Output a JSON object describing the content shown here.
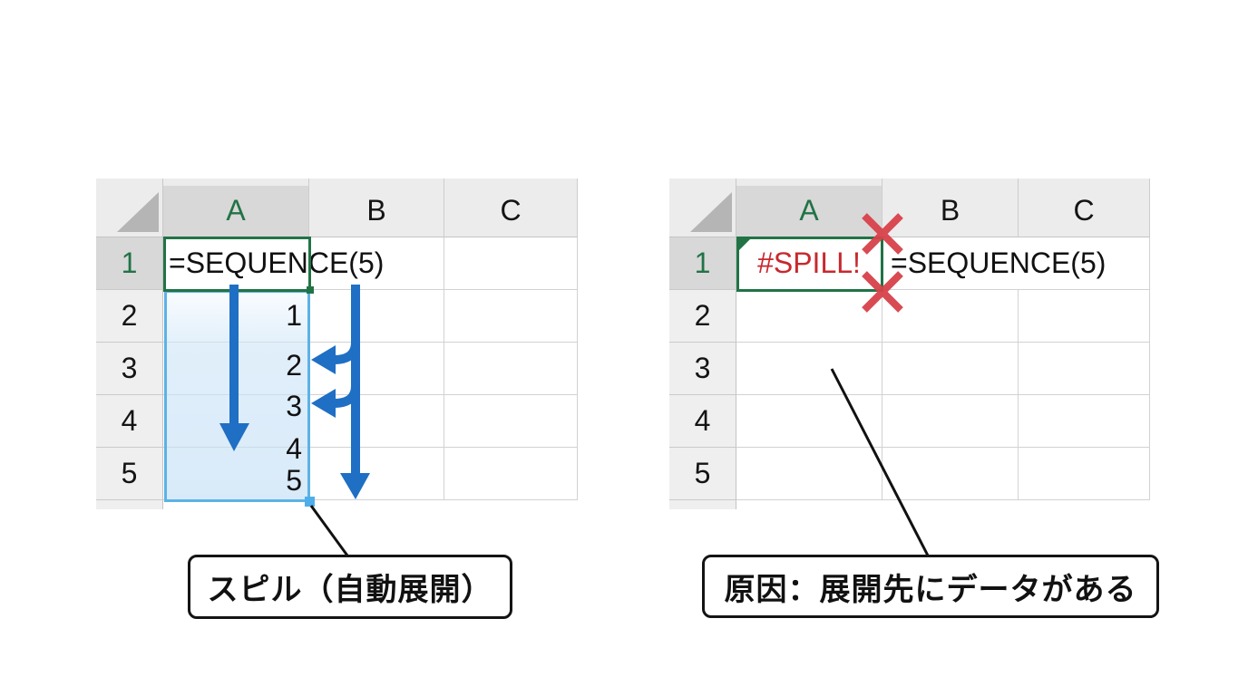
{
  "panels": [
    {
      "name": "spill-success",
      "grid": {
        "columns": [
          "A",
          "B",
          "C"
        ],
        "rows": [
          "1",
          "2",
          "3",
          "4",
          "5"
        ],
        "active_cell": "A1",
        "cells": {
          "A1": "=SEQUENCE(5)"
        }
      },
      "spill_values": [
        "1",
        "2",
        "3",
        "4",
        "5"
      ],
      "callout": "スピル（自動展開）"
    },
    {
      "name": "spill-error",
      "grid": {
        "columns": [
          "A",
          "B",
          "C"
        ],
        "rows": [
          "1",
          "2",
          "3",
          "4",
          "5"
        ],
        "active_cell": "A1",
        "cells": {
          "A1": "#SPILL!",
          "B1": "=SEQUENCE(5)"
        }
      },
      "callout": "原因：展開先にデータがある"
    }
  ],
  "icons": {
    "spill_arrows": "arrow-down-icon",
    "blocked_marks": "x-mark-icon",
    "error_indicator": "error-triangle-icon"
  },
  "colors": {
    "active_green": "#217346",
    "spill_border": "#5bb2e6",
    "spill_fill": "#d6e8f7",
    "arrow_blue": "#1f6fc4",
    "error_red": "#c8282d",
    "x_mark_red": "#d8424a",
    "header_gray": "#ececec",
    "header_active_gray": "#d8d8d8"
  }
}
